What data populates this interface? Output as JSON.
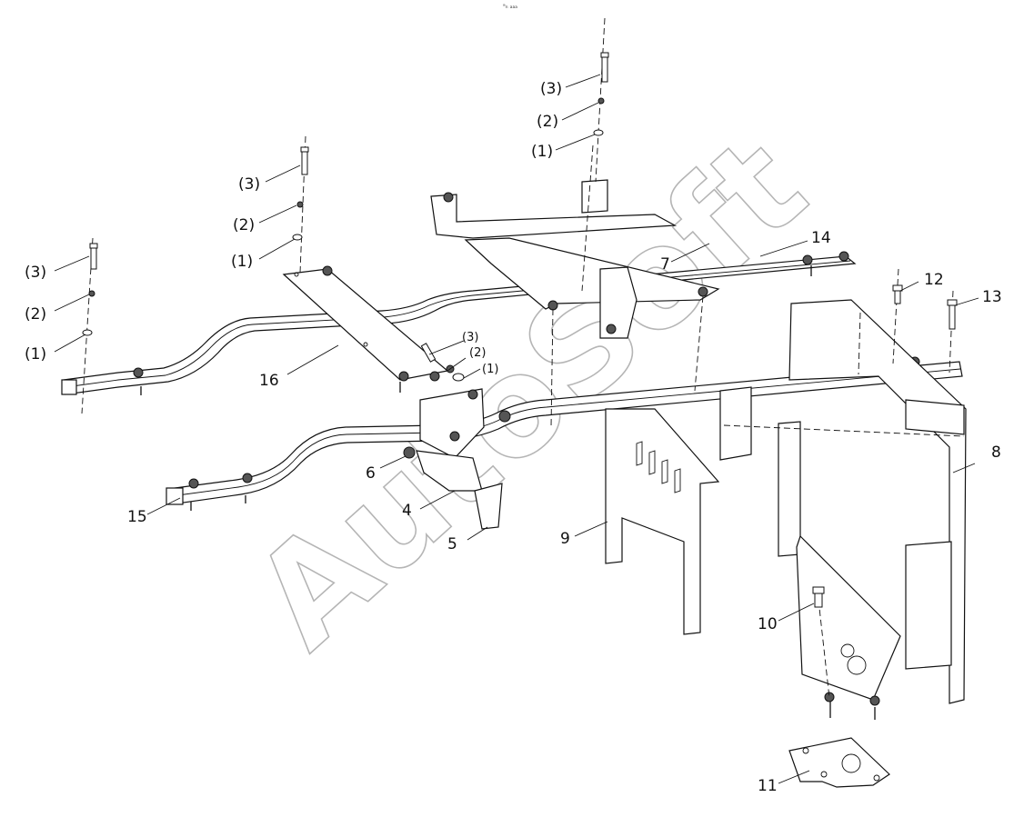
{
  "header_mark": "ᵃₙ ₐₐₐ",
  "watermark": "AutoSoft",
  "callouts": {
    "w1": [
      "(3)",
      "(2)",
      "(1)"
    ],
    "w2": [
      "(3)",
      "(2)",
      "(1)"
    ],
    "w3": [
      "(3)",
      "(2)",
      "(1)"
    ],
    "w4": [
      "(3)",
      "(2)",
      "(1)"
    ],
    "p4": "4",
    "p5": "5",
    "p6": "6",
    "p7": "7",
    "p8": "8",
    "p9": "9",
    "p10": "10",
    "p11": "11",
    "p12": "12",
    "p13": "13",
    "p14": "14",
    "p15": "15",
    "p16": "16"
  }
}
